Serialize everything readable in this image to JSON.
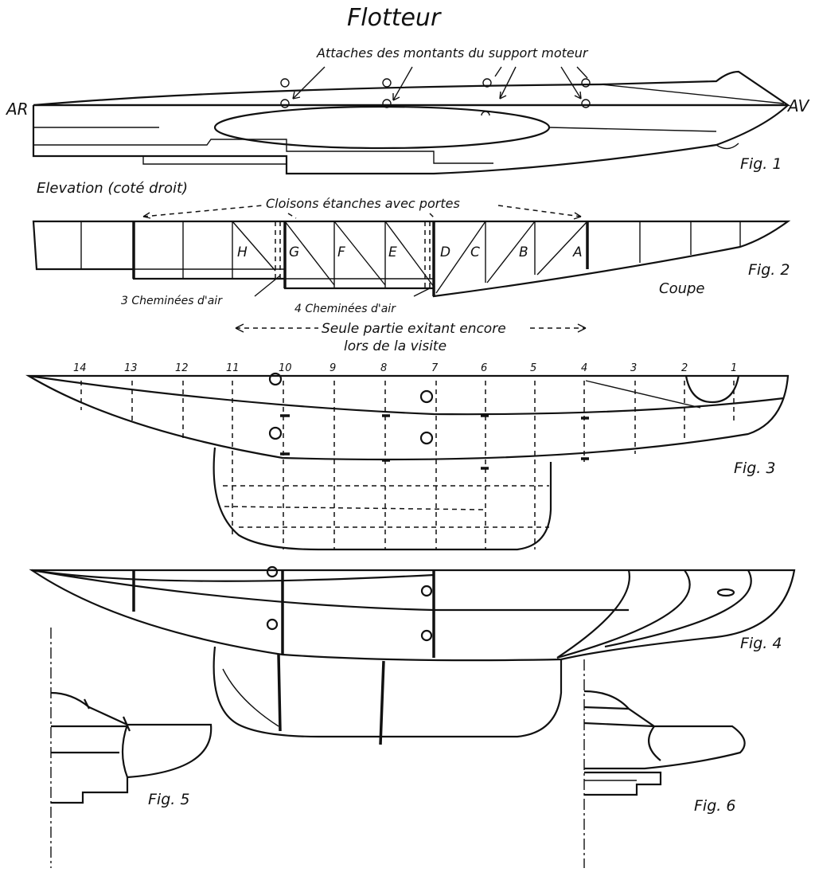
{
  "title": "Flotteur",
  "labels": {
    "attaches": "Attaches des montants du support moteur",
    "rear": "AR",
    "front": "AV",
    "elevation": "Elevation (coté droit)",
    "cloisons": "Cloisons étanches avec portes",
    "coupe": "Coupe",
    "chem3": "3 Cheminées d'air",
    "chem4": "4 Cheminées d'air",
    "seule1": "Seule partie exitant encore",
    "seule2": "lors de la visite"
  },
  "figures": [
    "Fig. 1",
    "Fig. 2",
    "Fig. 3",
    "Fig. 4",
    "Fig. 5",
    "Fig. 6"
  ],
  "compartments": [
    "H",
    "G",
    "F",
    "E",
    "D",
    "C",
    "B",
    "A"
  ],
  "frames": [
    "14",
    "13",
    "12",
    "11",
    "10",
    "9",
    "8",
    "7",
    "6",
    "5",
    "4",
    "3",
    "2",
    "1"
  ]
}
